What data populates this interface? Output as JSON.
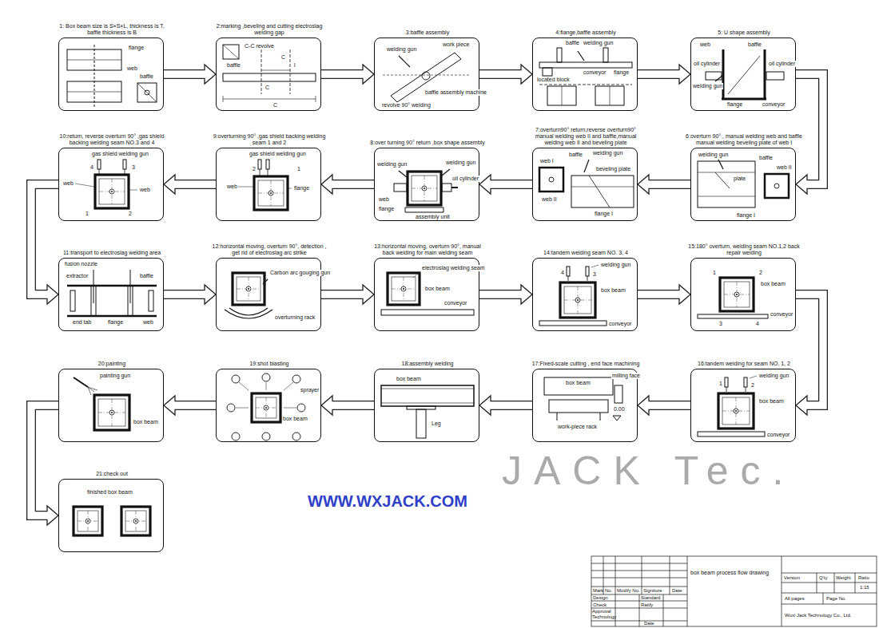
{
  "diagram": {
    "nodes": [
      {
        "text": [
          "1: Box beam size is S×S×L, thickness is T, baffle thickness is B",
          "flange",
          "web",
          "baffle"
        ]
      },
      {
        "text": [
          "2:marking ,beveling and cutting electroslag welding gap",
          "C-C revolve",
          "baffle",
          "C",
          "l",
          "C",
          "C"
        ]
      },
      {
        "text": [
          "3:baffle assembly",
          "welding gun",
          "work piece",
          "baffle assembly machine",
          "revolve 90° welding"
        ]
      },
      {
        "text": [
          "4:flange,baffle assembly",
          "baffle",
          "welding gun",
          "located block",
          "conveyor",
          "flange"
        ]
      },
      {
        "text": [
          "5: U shape assembly",
          "web",
          "baffle",
          "oil cylinder",
          "oil cylinder",
          "welding gun",
          "flange",
          "conveyor"
        ]
      },
      {
        "text": [
          "6:overturn 90° , manual welding web and baffle manual welding beveling plate of web I",
          "welding gun",
          "baffle",
          "plate",
          "web II",
          "flange I"
        ]
      },
      {
        "text": [
          "7:overturn90° return,reverse overturn90° manual welding web II and baffle,manual welding web II and beveling plate",
          "web I",
          "baffle",
          "welding gun",
          "beveling plate",
          "web II",
          "flange I"
        ]
      },
      {
        "text": [
          "8:over turning 90° return ,box shape assembly",
          "welding gun",
          "welding gun",
          "oil cylinder",
          "web",
          "flange",
          "assembly unit"
        ]
      },
      {
        "text": [
          "9:overturning 90° ,gas shield backing welding seam 1 and 2",
          "gas shield welding gun",
          "2",
          "1",
          "web",
          "flange"
        ]
      },
      {
        "text": [
          "10:return, reverse overturn 90° ,gas shield backing welding seam NO.3 and 4",
          "gas shield welding gun",
          "4",
          "3",
          "web",
          "web",
          "1",
          "2"
        ]
      },
      {
        "text": [
          "11:transport to electroslag welding area",
          "fusion nozzle",
          "extractor",
          "baffle",
          "end tab",
          "flange",
          "web"
        ]
      },
      {
        "text": [
          "12:horizontal moving, overturn 90°, detection , get rid of electroslag arc strike",
          "Carbon arc gouging gun",
          "overturning rack"
        ]
      },
      {
        "text": [
          "13:horizontal moving, overturn 90°, manual back welding for main welding seam",
          "electroslag welding seam",
          "box beam",
          "conveyor"
        ]
      },
      {
        "text": [
          "14:tandem welding seam NO. 3, 4",
          "welding gun",
          "4",
          "3",
          "box beam",
          "conveyor"
        ]
      },
      {
        "text": [
          "15:180° overturn, welding seam NO.1,2 back repair welding",
          "1",
          "2",
          "box beam",
          "3",
          "4",
          "conveyor"
        ]
      },
      {
        "text": [
          "16:tandem welding for seam NO. 1, 2",
          "welding gun",
          "1",
          "2",
          "box beam",
          "conveyor"
        ]
      },
      {
        "text": [
          "17:Fixed-scale cutting , end face machining",
          "box beam",
          "milling face",
          "work-piece rack",
          "0.00"
        ]
      },
      {
        "text": [
          "18:assembly welding",
          "box beam",
          "Leg"
        ]
      },
      {
        "text": [
          "19:shot blasting",
          "sprayer",
          "box beam"
        ]
      },
      {
        "text": [
          "20:painting",
          "painting gun",
          "box beam"
        ]
      },
      {
        "text": [
          "21:check out",
          "finished box beam"
        ]
      }
    ],
    "edges": [
      {
        "from": 0,
        "to": 1,
        "arrow": "to"
      },
      {
        "from": 1,
        "to": 2,
        "arrow": "to"
      },
      {
        "from": 2,
        "to": 3,
        "arrow": "to"
      },
      {
        "from": 3,
        "to": 4,
        "arrow": "to"
      },
      {
        "from": 4,
        "to": 5,
        "arrow": "to"
      },
      {
        "from": 5,
        "to": 6,
        "arrow": "to"
      },
      {
        "from": 6,
        "to": 7,
        "arrow": "to"
      },
      {
        "from": 7,
        "to": 8,
        "arrow": "to"
      },
      {
        "from": 8,
        "to": 9,
        "arrow": "to"
      },
      {
        "from": 9,
        "to": 10,
        "arrow": "to"
      },
      {
        "from": 10,
        "to": 11,
        "arrow": "to"
      },
      {
        "from": 11,
        "to": 12,
        "arrow": "to"
      },
      {
        "from": 12,
        "to": 13,
        "arrow": "to"
      },
      {
        "from": 13,
        "to": 14,
        "arrow": "to"
      },
      {
        "from": 14,
        "to": 15,
        "arrow": "to"
      },
      {
        "from": 15,
        "to": 16,
        "arrow": "to"
      },
      {
        "from": 16,
        "to": 17,
        "arrow": "to"
      },
      {
        "from": 17,
        "to": 18,
        "arrow": "to"
      },
      {
        "from": 18,
        "to": 19,
        "arrow": "to"
      },
      {
        "from": 19,
        "to": 20,
        "arrow": "to"
      }
    ],
    "labels": [
      "WWW.WXJACK.COM",
      "JACK Tec.",
      "Mark",
      "No.",
      "Modify No.",
      "Signiture",
      "Date",
      "Design",
      "Standard",
      "Check",
      "Ratify",
      "Approval Technology",
      "Date",
      "box beam process flow drawing",
      "Version",
      "Q'ty",
      "Weight",
      "Ratio",
      "1:15",
      "All pages",
      "Page No.",
      "Wuxi Jack Technology Co., Ltd."
    ]
  }
}
